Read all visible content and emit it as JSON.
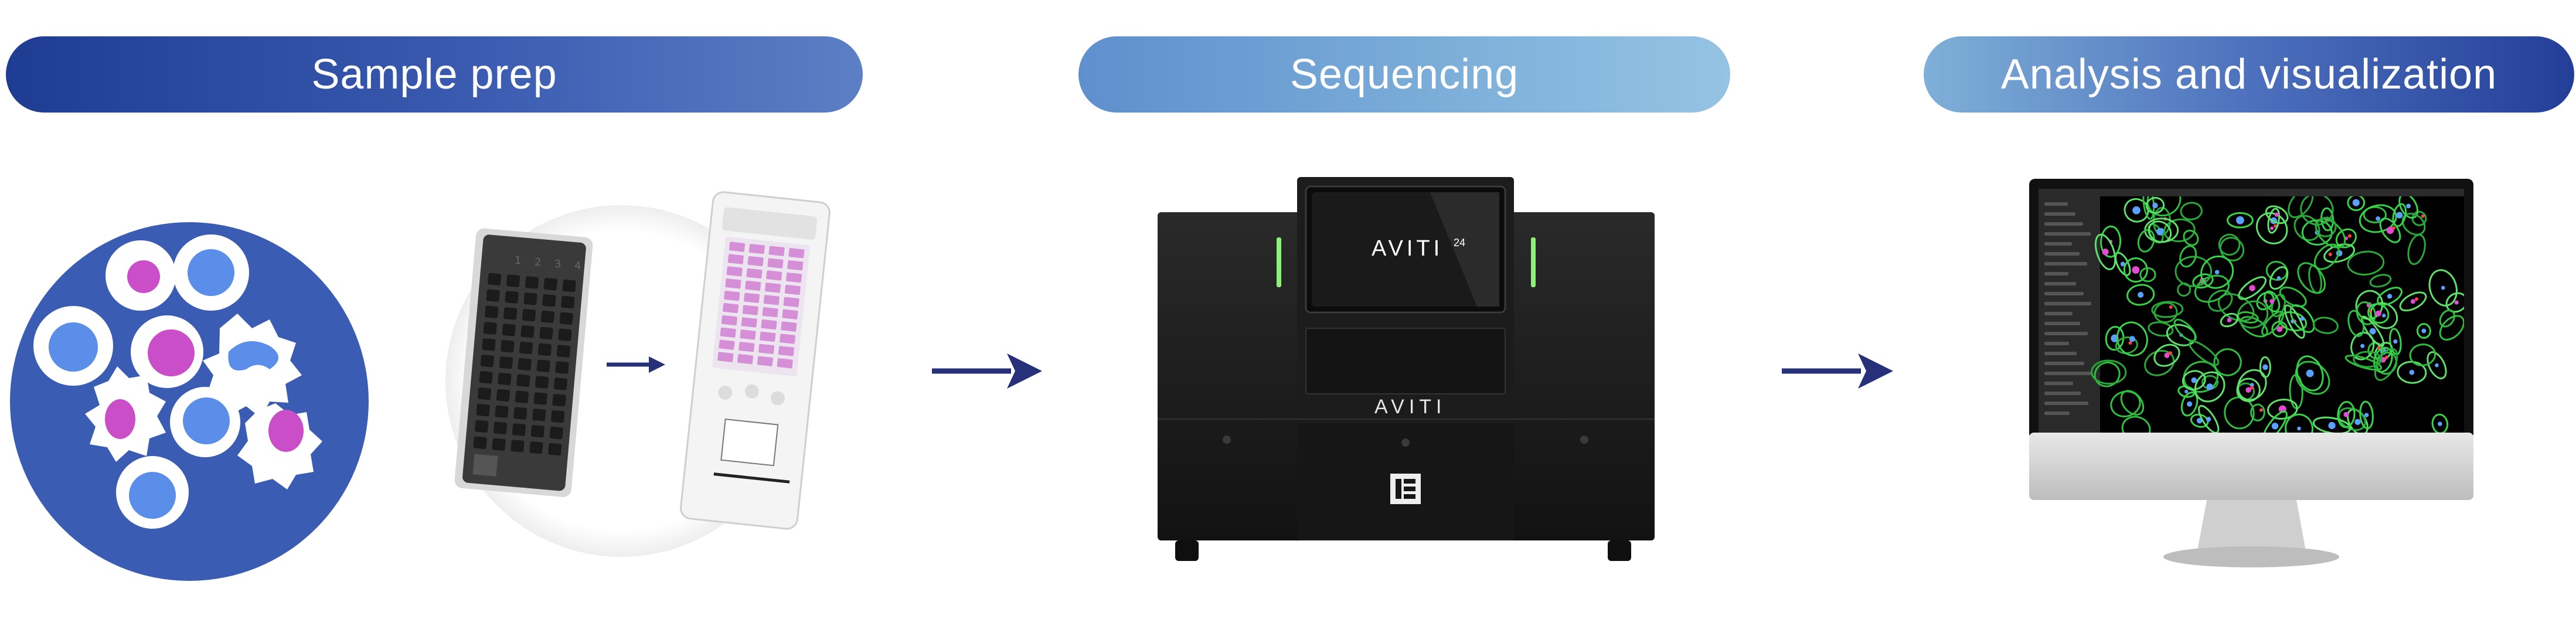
{
  "steps": [
    {
      "label": "Sample prep"
    },
    {
      "label": "Sequencing"
    },
    {
      "label": "Analysis and visualization"
    }
  ],
  "instrument": {
    "screen_brand": "AVITI",
    "screen_brand_sup": "24",
    "front_brand": "AVITI"
  },
  "flowcell_lanes": [
    "1",
    "2",
    "3",
    "4"
  ],
  "colors": {
    "header_dark": "#233e98",
    "header_light": "#8fc0e2",
    "arrow": "#26317a",
    "cell_disc": "#3b5cb3",
    "nucleus_blue": "#5b8ee8",
    "nucleus_magenta": "#c94ec8"
  },
  "icons": [
    "cell-population-disc",
    "flow-cell-cartridge",
    "sequencing-instrument",
    "analysis-monitor"
  ]
}
